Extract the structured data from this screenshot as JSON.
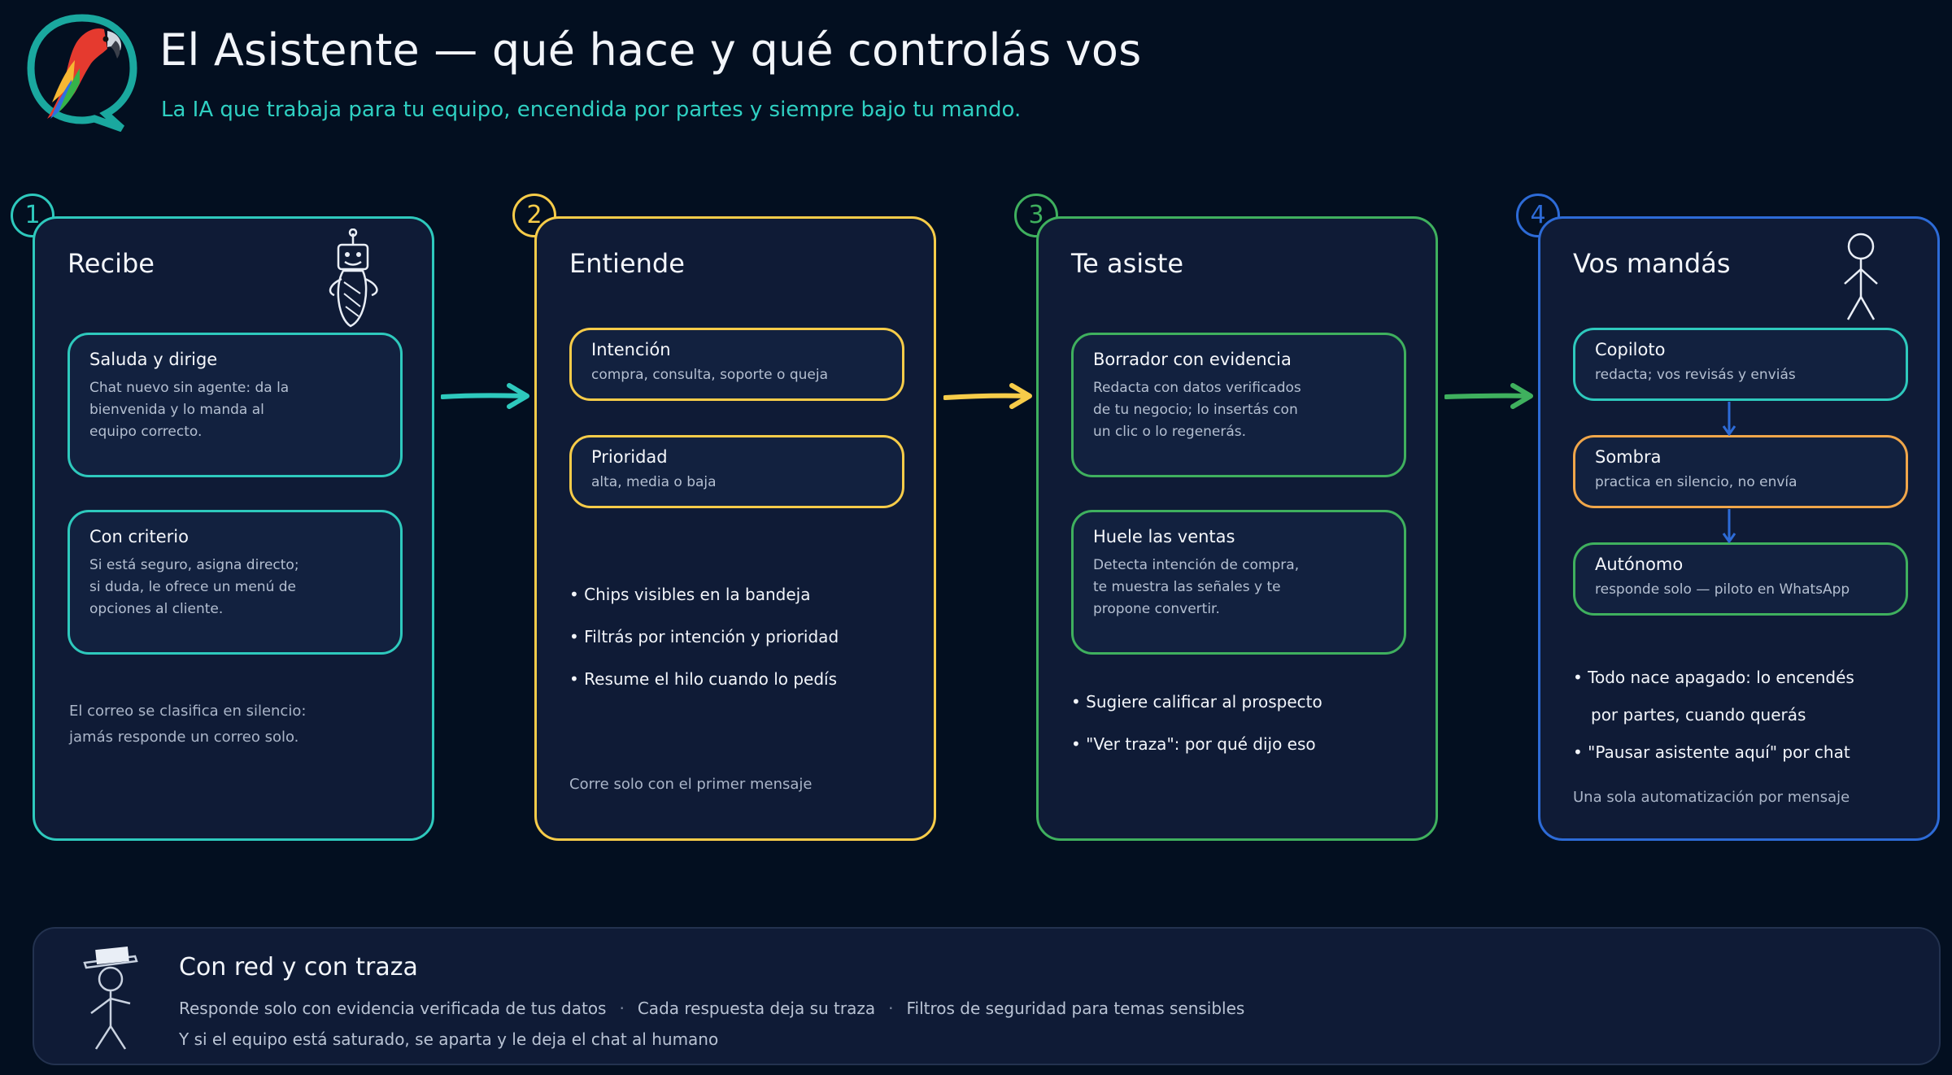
{
  "header": {
    "title": "El Asistente — qué hace y qué controlás vos",
    "subtitle": "La IA que trabaja para tu equipo, encendida por partes y siempre bajo tu mando."
  },
  "columns": [
    {
      "number": "1",
      "title": "Recibe",
      "cards": [
        {
          "title": "Saluda y dirige",
          "lines": [
            "Chat nuevo sin agente: da la",
            "bienvenida y lo manda al",
            "equipo correcto."
          ]
        },
        {
          "title": "Con criterio",
          "lines": [
            "Si está seguro, asigna directo;",
            "si duda, le ofrece un menú de",
            "opciones al cliente."
          ]
        }
      ],
      "note": [
        "El correo se clasifica en silencio:",
        "jamás responde un correo solo."
      ]
    },
    {
      "number": "2",
      "title": "Entiende",
      "cards": [
        {
          "title": "Intención",
          "lines": [
            "compra, consulta, soporte o queja"
          ]
        },
        {
          "title": "Prioridad",
          "lines": [
            "alta, media o baja"
          ]
        }
      ],
      "bullets": [
        "• Chips visibles en la bandeja",
        "• Filtrás por intención y prioridad",
        "• Resume el hilo cuando lo pedís"
      ],
      "note": "Corre solo con el primer mensaje"
    },
    {
      "number": "3",
      "title": "Te asiste",
      "cards": [
        {
          "title": "Borrador con evidencia",
          "lines": [
            "Redacta con datos verificados",
            "de tu negocio; lo insertás con",
            "un clic o lo regenerás."
          ]
        },
        {
          "title": "Huele las ventas",
          "lines": [
            "Detecta intención de compra,",
            "te muestra las señales y te",
            "propone convertir."
          ]
        }
      ],
      "bullets": [
        "• Sugiere calificar al prospecto",
        "• \"Ver traza\": por qué dijo eso"
      ]
    },
    {
      "number": "4",
      "title": "Vos mandás",
      "cards": [
        {
          "title": "Copiloto",
          "lines": [
            "redacta; vos revisás y enviás"
          ]
        },
        {
          "title": "Sombra",
          "lines": [
            "practica en silencio, no envía"
          ]
        },
        {
          "title": "Autónomo",
          "lines": [
            "responde solo — piloto en WhatsApp"
          ]
        }
      ],
      "bullets": [
        "• Todo nace apagado: lo encendés",
        "por partes, cuando querás",
        "• \"Pausar asistente aquí\" por chat"
      ],
      "note": "Una sola automatización por mensaje"
    }
  ],
  "footer": {
    "title": "Con red y con traza",
    "items": [
      "Responde solo con evidencia verificada de tus datos",
      "Cada respuesta deja su traza",
      "Filtros de seguridad para temas sensibles"
    ],
    "separator": "·",
    "line2": "Y si el equipo está saturado, se aparta y le deja el chat al humano"
  },
  "colors": {
    "background": "#030f20",
    "panel": "#0f1b36",
    "teal": "#2ec9bd",
    "yellow": "#f7cc49",
    "green": "#3fb05e",
    "blue": "#2d6bd7",
    "orange": "#f0a64a",
    "subtitle": "#2fd0c2"
  },
  "icons": [
    "parrot-logo-icon",
    "robot-sketch-icon",
    "stick-figure-icon",
    "hat-figure-icon",
    "arrow-right-icon",
    "arrow-down-icon"
  ]
}
